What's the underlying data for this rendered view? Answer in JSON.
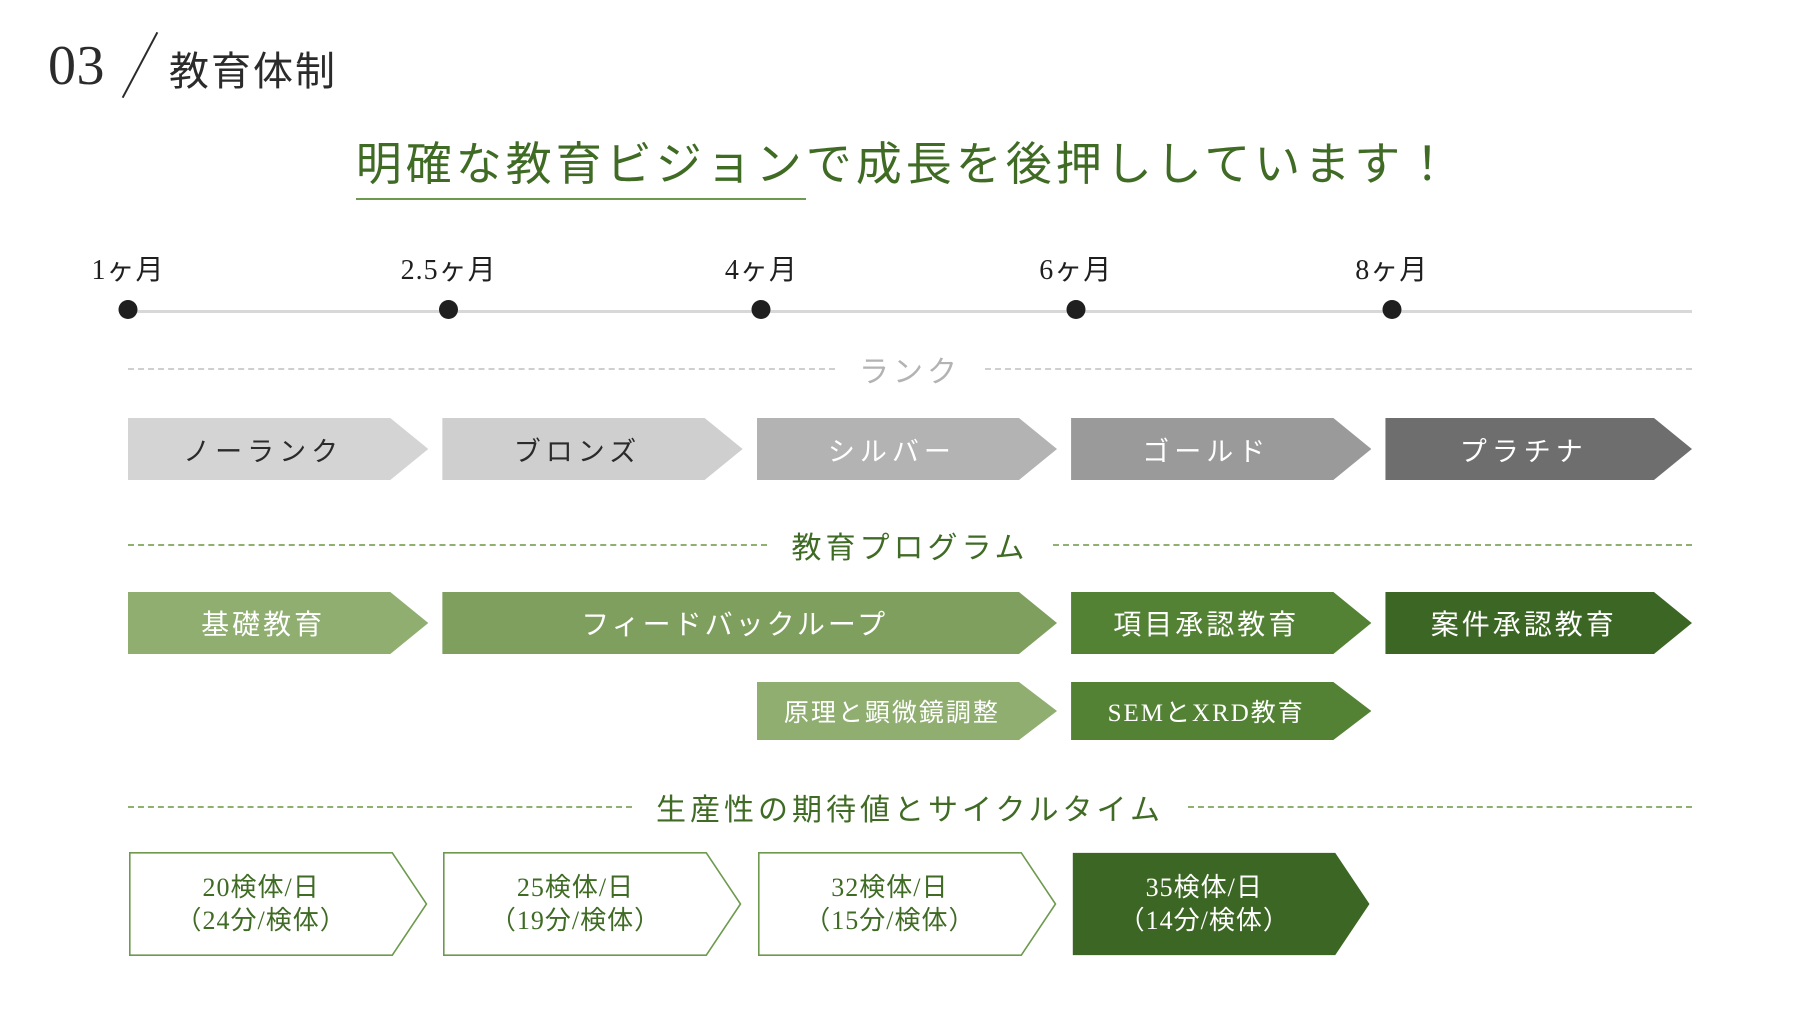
{
  "header": {
    "number": "03",
    "separator": "／",
    "title": "教育体制"
  },
  "headline": {
    "emphasis": "明確な教育ビジョン",
    "rest": "で成長を後押ししています！"
  },
  "timeline": {
    "points": [
      {
        "label": "1ヶ月",
        "pos": 0
      },
      {
        "label": "2.5ヶ月",
        "pos": 20.5
      },
      {
        "label": "4ヶ月",
        "pos": 40.5
      },
      {
        "label": "6ヶ月",
        "pos": 60.6
      },
      {
        "label": "8ヶ月",
        "pos": 80.8
      }
    ]
  },
  "rank_section": {
    "divider_label": "ランク",
    "items": [
      {
        "label": "ノーランク",
        "color": "#d4d4d4",
        "text_color": "#2b2b2b"
      },
      {
        "label": "ブロンズ",
        "color": "#cfcfcf",
        "text_color": "#2b2b2b"
      },
      {
        "label": "シルバー",
        "color": "#b3b3b3",
        "text_color": "#ffffff"
      },
      {
        "label": "ゴールド",
        "color": "#9a9a9a",
        "text_color": "#ffffff"
      },
      {
        "label": "プラチナ",
        "color": "#6e6e6e",
        "text_color": "#ffffff"
      }
    ]
  },
  "program_section": {
    "divider_label": "教育プログラム",
    "main_row": [
      {
        "label": "基礎教育",
        "color": "#8fae70"
      },
      {
        "label": "フィードバックループ",
        "color": "#7f9f5f"
      },
      {
        "label": "項目承認教育",
        "color": "#548235"
      },
      {
        "label": "案件承認教育",
        "color": "#3c6623"
      }
    ],
    "sub_row": [
      {
        "label": "原理と顕微鏡調整",
        "color": "#8fae70"
      },
      {
        "label": "SEMとXRD教育",
        "color": "#548235"
      }
    ]
  },
  "productivity_section": {
    "divider_label": "生産性の期待値とサイクルタイム",
    "items": [
      {
        "line1": "20検体/日",
        "line2": "（24分/検体）",
        "filled": false,
        "color": "#6d9a4e",
        "text_color": "#3f6b24"
      },
      {
        "line1": "25検体/日",
        "line2": "（19分/検体）",
        "filled": false,
        "color": "#6d9a4e",
        "text_color": "#3f6b24"
      },
      {
        "line1": "32検体/日",
        "line2": "（15分/検体）",
        "filled": false,
        "color": "#6d9a4e",
        "text_color": "#3f6b24"
      },
      {
        "line1": "35検体/日",
        "line2": "（14分/検体）",
        "filled": true,
        "color": "#3c6623",
        "text_color": "#ffffff"
      }
    ]
  },
  "layout": {
    "rank_spans": [
      [
        0,
        19.2
      ],
      [
        20.1,
        39.3
      ],
      [
        40.2,
        59.4
      ],
      [
        60.3,
        79.5
      ],
      [
        80.4,
        100
      ]
    ],
    "program_spans": [
      [
        0,
        19.2
      ],
      [
        20.1,
        59.4
      ],
      [
        60.3,
        79.5
      ],
      [
        80.4,
        100
      ]
    ],
    "subrow_spans": [
      [
        40.2,
        59.4
      ],
      [
        60.3,
        79.5
      ]
    ],
    "prod_spans": [
      [
        0,
        19.2
      ],
      [
        20.1,
        39.3
      ],
      [
        40.2,
        59.4
      ],
      [
        60.3,
        79.5
      ]
    ]
  }
}
